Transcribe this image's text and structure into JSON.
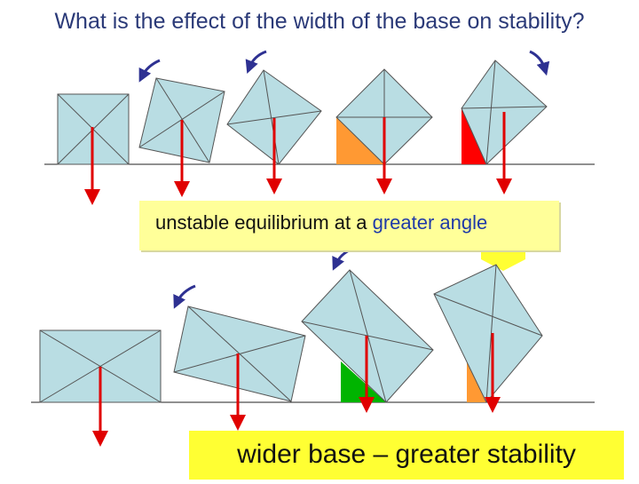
{
  "title": "What is the effect of the width of the base on stability?",
  "callout": {
    "text_part1": "unstable equilibrium at a ",
    "text_part2": "greater angle"
  },
  "banner": {
    "text": "wider base – greater stability"
  },
  "colors": {
    "shape_fill": "#b9dde3",
    "force_arrow": "#e00000",
    "rotation_arrow": "#2e3192",
    "orange_wedge": "#ff9933",
    "red_wedge": "#ff0000",
    "green_wedge": "#00b400",
    "callout_bg": "#ffff99",
    "banner_bg": "#ffff33"
  }
}
